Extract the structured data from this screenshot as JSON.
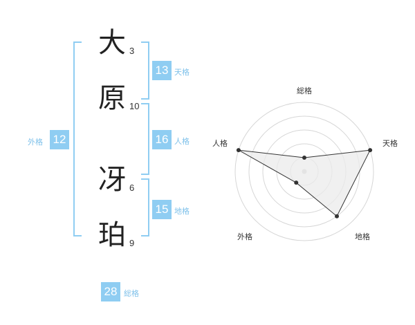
{
  "name": {
    "chars": [
      {
        "char": "大",
        "strokes": "3"
      },
      {
        "char": "原",
        "strokes": "10"
      },
      {
        "char": "冴",
        "strokes": "6"
      },
      {
        "char": "珀",
        "strokes": "9"
      }
    ]
  },
  "fortune": {
    "tenkaku": {
      "value": "13",
      "label": "天格"
    },
    "jinkaku": {
      "value": "16",
      "label": "人格"
    },
    "chikaku": {
      "value": "15",
      "label": "地格"
    },
    "gaikaku": {
      "value": "12",
      "label": "外格"
    },
    "soukaku": {
      "value": "28",
      "label": "総格"
    }
  },
  "colors": {
    "accent": "#8fcdf2",
    "text": "#222222",
    "radar_fill": "#ebebeb"
  },
  "chart_data": {
    "type": "radar",
    "axes": [
      "総格",
      "天格",
      "地格",
      "外格",
      "人格"
    ],
    "values": [
      1,
      5,
      4,
      1,
      5
    ],
    "max": 5,
    "rings": 5
  }
}
